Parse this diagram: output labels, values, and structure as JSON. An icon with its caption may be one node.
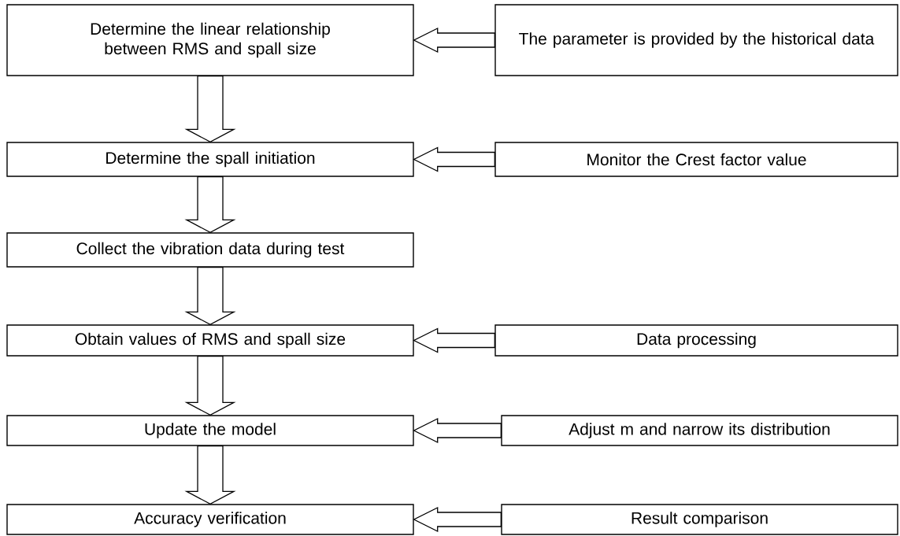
{
  "diagram": {
    "nodes": [
      {
        "text": [
          "Determine the linear relationship between RMS and spall size"
        ]
      },
      {
        "text": [
          "The parameter is provided by the historical data"
        ]
      },
      {
        "text": [
          "Determine the spall initiation"
        ]
      },
      {
        "text": [
          "Monitor the Crest factor value"
        ]
      },
      {
        "text": [
          "Collect the vibration data during test"
        ]
      },
      {
        "text": [
          "Obtain values of RMS and spall size"
        ]
      },
      {
        "text": [
          "Data processing"
        ]
      },
      {
        "text": [
          "Update the model"
        ]
      },
      {
        "text": [
          "Adjust m and narrow its distribution"
        ]
      },
      {
        "text": [
          "Accuracy verification"
        ]
      },
      {
        "text": [
          "Result comparison"
        ]
      }
    ],
    "edges": [
      {
        "from": 1,
        "to": 0,
        "arrow": "to"
      },
      {
        "from": 0,
        "to": 2,
        "arrow": "to"
      },
      {
        "from": 3,
        "to": 2,
        "arrow": "to"
      },
      {
        "from": 2,
        "to": 4,
        "arrow": "to"
      },
      {
        "from": 4,
        "to": 5,
        "arrow": "to"
      },
      {
        "from": 6,
        "to": 5,
        "arrow": "to"
      },
      {
        "from": 5,
        "to": 7,
        "arrow": "to"
      },
      {
        "from": 8,
        "to": 7,
        "arrow": "to"
      },
      {
        "from": 7,
        "to": 9,
        "arrow": "to"
      },
      {
        "from": 10,
        "to": 9,
        "arrow": "to"
      }
    ]
  }
}
